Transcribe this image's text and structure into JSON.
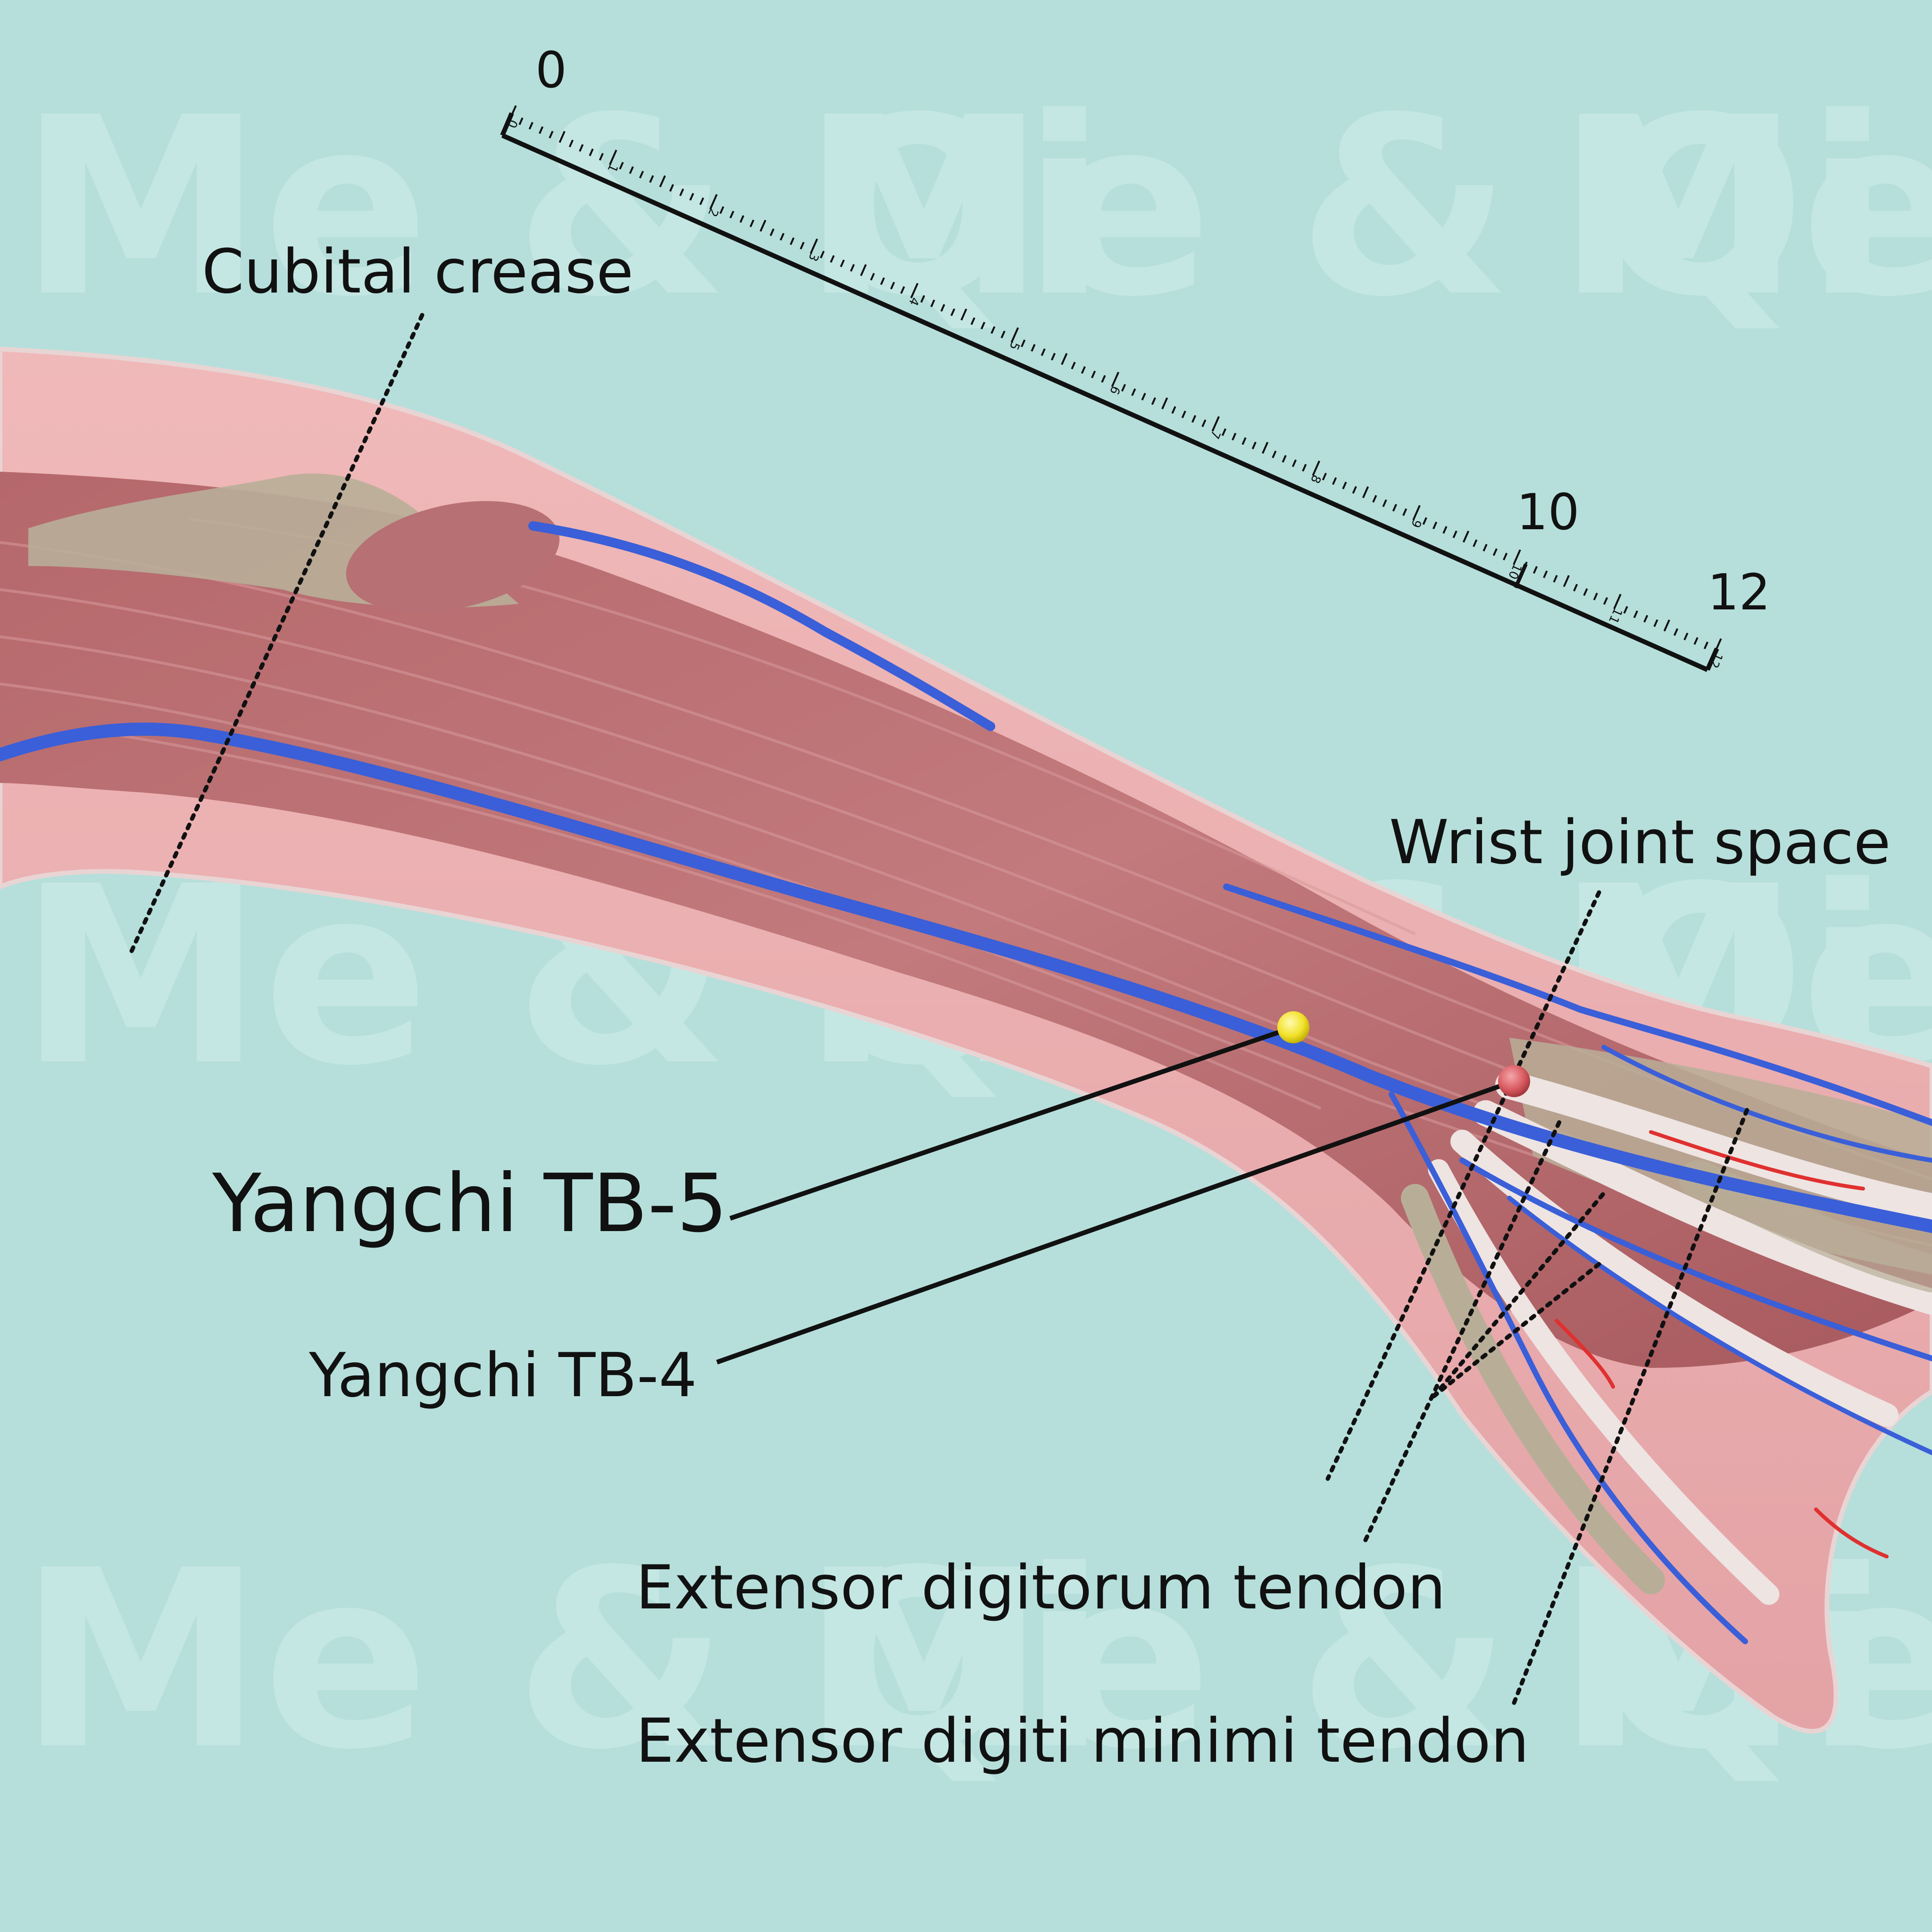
{
  "colors": {
    "background": "#b6dfdb",
    "skin": "#e8a9aa",
    "muscle": "#b5686b",
    "bone": "#b8ae98",
    "tendon": "#eee4e2",
    "vein": "#3a5fd8",
    "artery": "#e03030",
    "point_tb5": "#f2e22a",
    "point_tb4": "#d85a60",
    "ink": "#111111"
  },
  "watermark": {
    "text": "Me & Qi"
  },
  "ruler": {
    "start_label": "0",
    "mid_label": "10",
    "end_label": "12",
    "tick_labels": [
      "0",
      "1",
      "2",
      "3",
      "4",
      "5",
      "6",
      "7",
      "8",
      "9",
      "10",
      "11",
      "12"
    ]
  },
  "labels": {
    "cubital_crease": "Cubital crease",
    "wrist_joint_space": "Wrist joint space",
    "yangchi_tb5": "Yangchi TB-5",
    "yangchi_tb4": "Yangchi TB-4",
    "extensor_digitorum": "Extensor digitorum tendon",
    "extensor_digiti_minimi": "Extensor digiti minimi tendon"
  }
}
